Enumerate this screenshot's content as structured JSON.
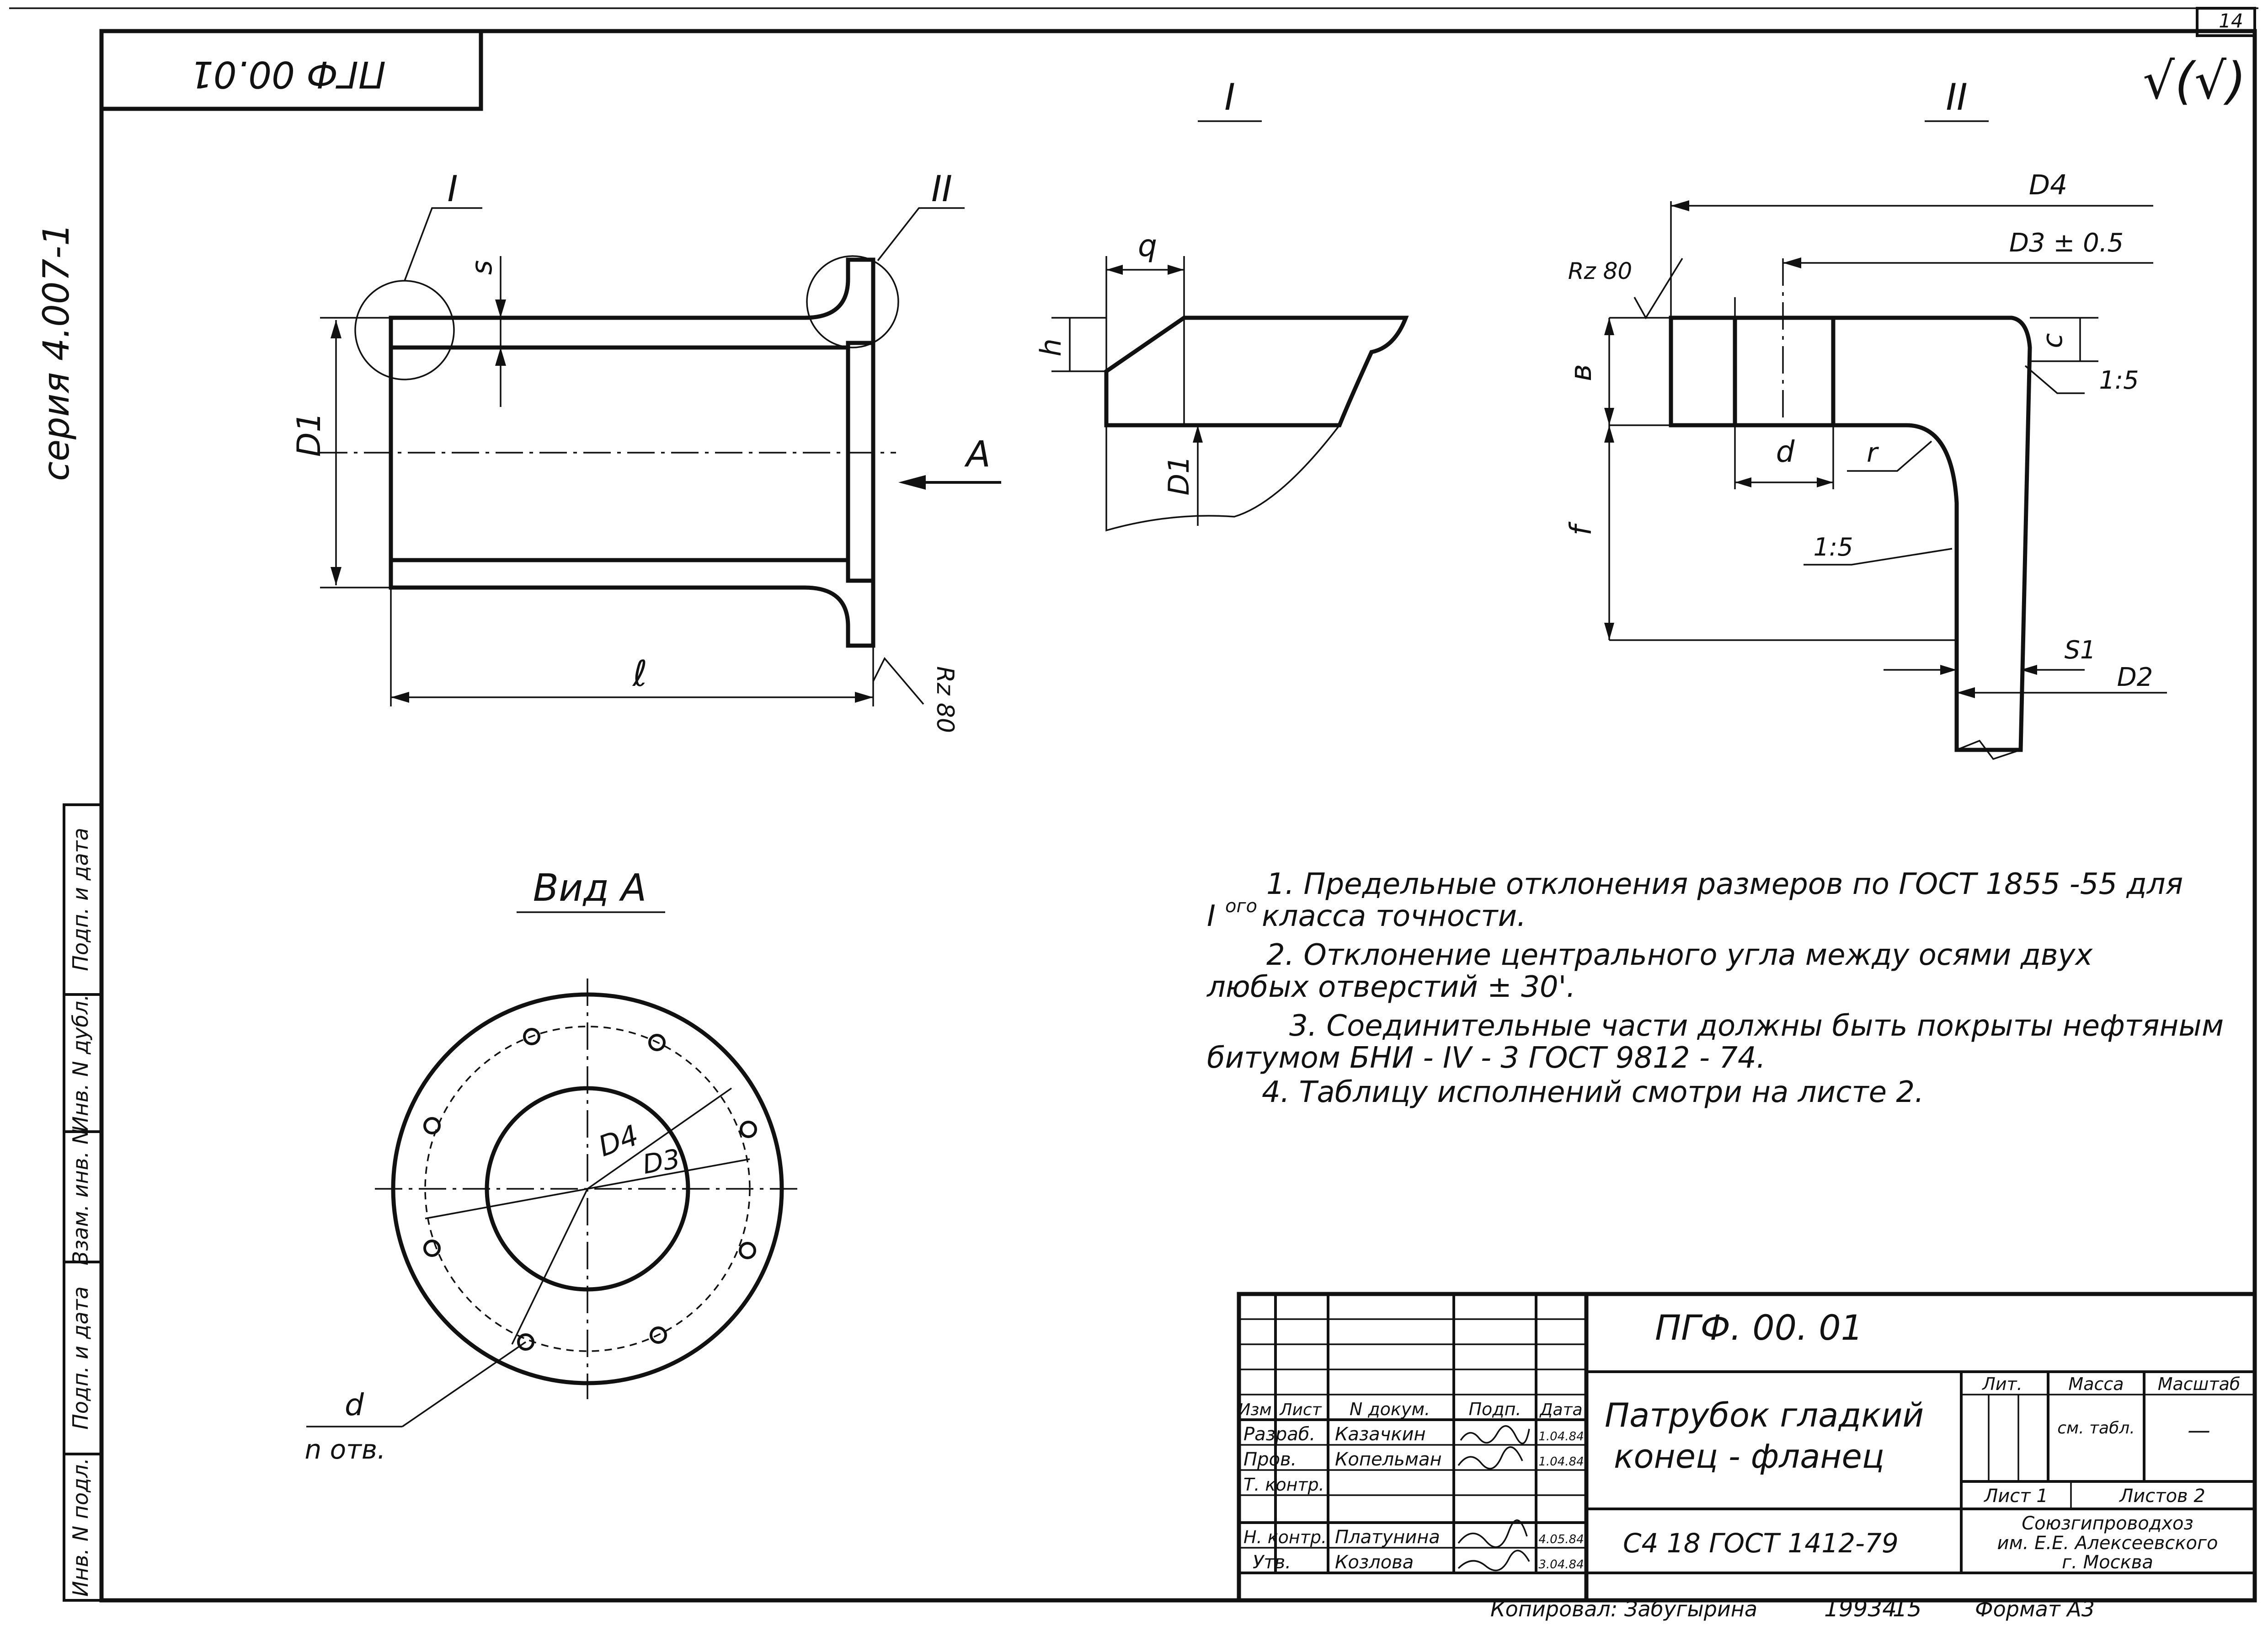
{
  "sheet": {
    "page_number": "14",
    "roughness_mark": "√(√)",
    "corner_designation": "ПГФ 00.01",
    "series_label": "серия 4.007-1"
  },
  "views": {
    "detail_I_title": "I",
    "detail_II_title": "II",
    "view_A_title": "Вид A",
    "main_leader_I": "I",
    "main_leader_II": "II",
    "arrow_A": "A"
  },
  "dimensions": {
    "main": {
      "s": "s",
      "d1": "D1",
      "l": "ℓ",
      "rz": "Rz 80"
    },
    "detail_I": {
      "q": "q",
      "h": "h",
      "d1": "D1"
    },
    "detail_II": {
      "d4": "D4",
      "d3": "D3 ± 0.5",
      "rz": "Rz 80",
      "b": "в",
      "f": "f",
      "c": "c",
      "slope1": "1:5",
      "d": "d",
      "r": "r",
      "slope2": "1:5",
      "s1": "S1",
      "d2": "D2"
    },
    "view_A": {
      "d4": "D4",
      "d3": "D3",
      "d": "d",
      "n_holes": "n отв."
    }
  },
  "notes": [
    {
      "line1": "1. Предельные отклонения размеров по ГОСТ 1855 -55 для",
      "line2_prefix": "I",
      "line2_sup": "ого",
      "line2": "класса точности."
    },
    {
      "line1": "2. Отклонение центрального угла между осями двух",
      "line2": "любых отверстий ± 30'."
    },
    {
      "line1": "3. Соединительные части должны быть покрыты нефтяным",
      "line2": "битумом БНИ - IV - 3  ГОСТ 9812 - 74."
    },
    {
      "line1": "4. Таблицу исполнений смотри на листе 2."
    }
  ],
  "side_stamp": [
    "Инв. N подл.",
    "Подп. и дата",
    "Взам. инв. N",
    "Инв. N дубл.",
    "Подп. и дата"
  ],
  "title_block": {
    "designation": "ПГФ. 00. 01",
    "name_line1": "Патрубок гладкий",
    "name_line2": "конец - фланец",
    "material_line": "С4 18     ГОСТ 1412-79",
    "col_headers": {
      "izm": "Изм",
      "list": "Лист",
      "doc": "N докум.",
      "sign": "Подп.",
      "date": "Дата"
    },
    "rows": [
      {
        "role": "Разраб.",
        "name": "Казачкин",
        "date": "1.04.84"
      },
      {
        "role": "Пров.",
        "name": "Копельман",
        "date": "1.04.84"
      },
      {
        "role": "Т. контр.",
        "name": "",
        "date": ""
      },
      {
        "role": "Н. контр.",
        "name": "Платунина",
        "date": "4.05.84"
      },
      {
        "role": "Утв.",
        "name": "Козлова",
        "date": "3.04.84"
      }
    ],
    "lit_label": "Лит.",
    "mass_label": "Масса",
    "scale_label": "Масштаб",
    "mass_value": "см. табл.",
    "scale_value": "—",
    "sheet_label": "Лист 1",
    "sheets_label": "Листов 2",
    "organization_line1": "Союзгипроводхоз",
    "organization_line2": "им. Е.Е. Алексеевского",
    "organization_line3": "г. Москва"
  },
  "footer": {
    "copied_by": "Копировал: Забугырина",
    "number": "19934",
    "code": "15",
    "format": "Формат А3"
  }
}
